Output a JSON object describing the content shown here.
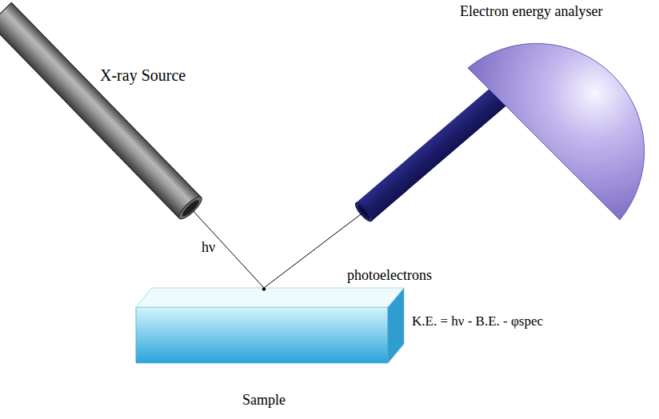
{
  "diagram": {
    "nodes": [
      {
        "text": [
          "X-ray Source"
        ]
      },
      {
        "text": [
          "Electron energy analyser"
        ]
      },
      {
        "text": [
          "Sample"
        ]
      }
    ],
    "edges": [
      {
        "from": 0,
        "to": 2,
        "label": "hν",
        "arrow": "none"
      },
      {
        "from": 2,
        "to": 1,
        "label": "photoelectrons",
        "arrow": "none"
      }
    ],
    "labels": [
      "K.E. = hν - B.E. - φspec"
    ]
  }
}
